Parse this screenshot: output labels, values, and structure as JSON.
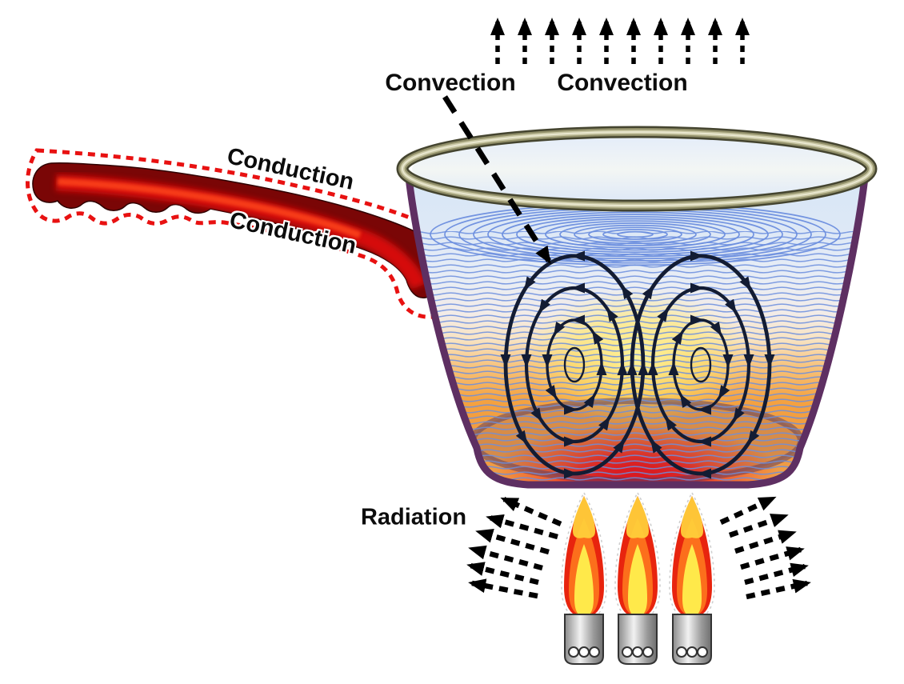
{
  "figure": {
    "type": "physics-diagram",
    "topic": "Heat transfer in a saucepan: conduction through the handle, convection in the water and above, radiation from the burner flames",
    "background": "#ffffff"
  },
  "labels": {
    "convection_top_left": "Convection",
    "convection_top_right": "Convection",
    "conduction_upper": "Conduction",
    "conduction_lower": "Conduction",
    "radiation": "Radiation"
  },
  "elements": {
    "steam_arrows": {
      "count": 10,
      "style": "dashed",
      "direction": "up"
    },
    "radiation_arrows": {
      "left_count": 6,
      "right_count": 6,
      "style": "dashed",
      "direction": "fanning outward from flames"
    },
    "burners": {
      "count": 3,
      "holes_per_burner": 3
    },
    "convection_cells": {
      "count": 2,
      "loops_per_cell": 3,
      "rotation": [
        "counterclockwise",
        "clockwise"
      ]
    },
    "pot": {
      "water_surface_ripples": 14
    }
  },
  "colors": {
    "label_text": "#0c0c0c",
    "arrow_black": "#000000",
    "convection_loop": "#131c33",
    "handle_red_dark": "#7a0606",
    "handle_red_bright": "#e01008",
    "handle_outline_dash": "#e81111",
    "pot_outline_purple": "#5e2f62",
    "rim_khaki": "#a3a177",
    "water_line_blue": "#6b8ede",
    "water_top_blue": "#d9e7f6",
    "hot_orange": "#f4a240",
    "hot_red": "#f50f0f",
    "flame_red": "#e8240e",
    "flame_orange": "#ff7d1e",
    "flame_yellow": "#ffe94a",
    "burner_metal_light": "#f2f2f2",
    "burner_metal_dark": "#6f6f6f"
  }
}
